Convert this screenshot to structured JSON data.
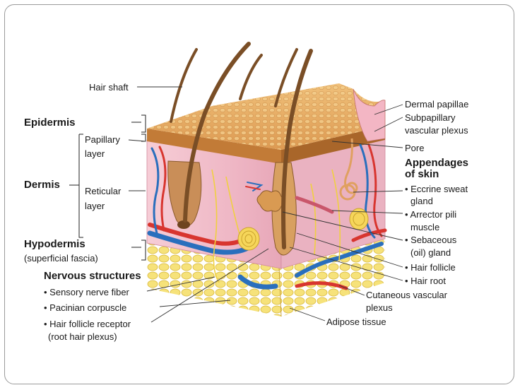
{
  "labels": {
    "hair_shaft": "Hair shaft",
    "epidermis": "Epidermis",
    "papillary_1": "Papillary",
    "papillary_2": "layer",
    "dermis": "Dermis",
    "reticular_1": "Reticular",
    "reticular_2": "layer",
    "hypodermis": "Hypodermis",
    "superficial_fascia": "(superficial fascia)",
    "nervous_structures": "Nervous structures",
    "sensory_nerve_fiber": "• Sensory nerve fiber",
    "pacinian_corpuscle": "• Pacinian corpuscle",
    "hair_follicle_receptor_1": "• Hair follicle receptor",
    "hair_follicle_receptor_2": "(root hair plexus)",
    "dermal_papillae": "Dermal papillae",
    "subpapillary_1": "Subpapillary",
    "subpapillary_2": "vascular plexus",
    "pore": "Pore",
    "appendages_1": "Appendages",
    "appendages_2": "of skin",
    "eccrine_1": "• Eccrine sweat",
    "eccrine_2": "gland",
    "arrector_1": "• Arrector pili",
    "arrector_2": "muscle",
    "sebaceous_1": "• Sebaceous",
    "sebaceous_2": "(oil) gland",
    "hair_follicle": "• Hair follicle",
    "hair_root": "• Hair root",
    "cutaneous_1": "Cutaneous vascular",
    "cutaneous_2": "plexus",
    "adipose_tissue": "Adipose tissue"
  },
  "colors": {
    "epidermis_top": "#e8a860",
    "epidermis_side": "#b9722e",
    "dermis": "#f2c4cf",
    "adipose": "#f3dc6a",
    "artery": "#d8352f",
    "vein": "#2a6fbd",
    "hair": "#8a5a2b",
    "nerve": "#f0d040"
  }
}
